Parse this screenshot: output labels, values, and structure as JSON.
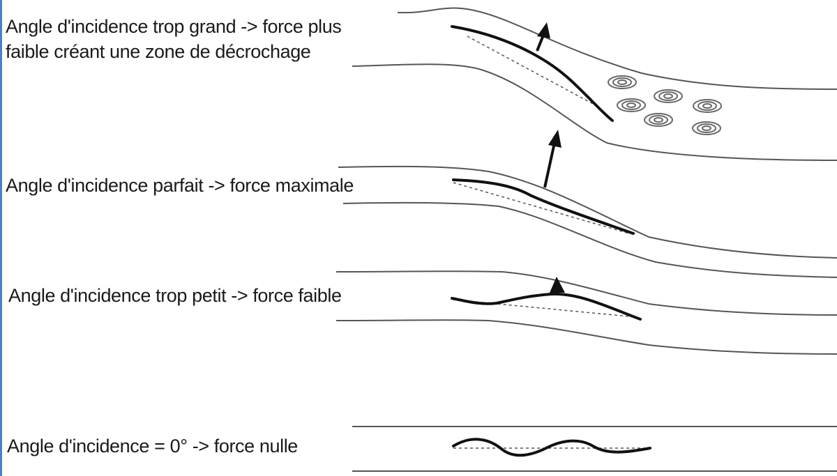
{
  "labels": {
    "stall_line1": "Angle d'incidence trop grand -> force plus",
    "stall_line2": "faible créant une zone de décrochage",
    "perfect": "Angle d'incidence parfait -> force maximale",
    "too_small": "Angle d'incidence trop petit -> force faible",
    "zero": "Angle d'incidence = 0° -> force nulle"
  },
  "colors": {
    "background": "#ffffff",
    "text": "#1a1a1a",
    "streamline": "#555555",
    "sail": "#111111",
    "left_edge": "#4d7fc7"
  }
}
